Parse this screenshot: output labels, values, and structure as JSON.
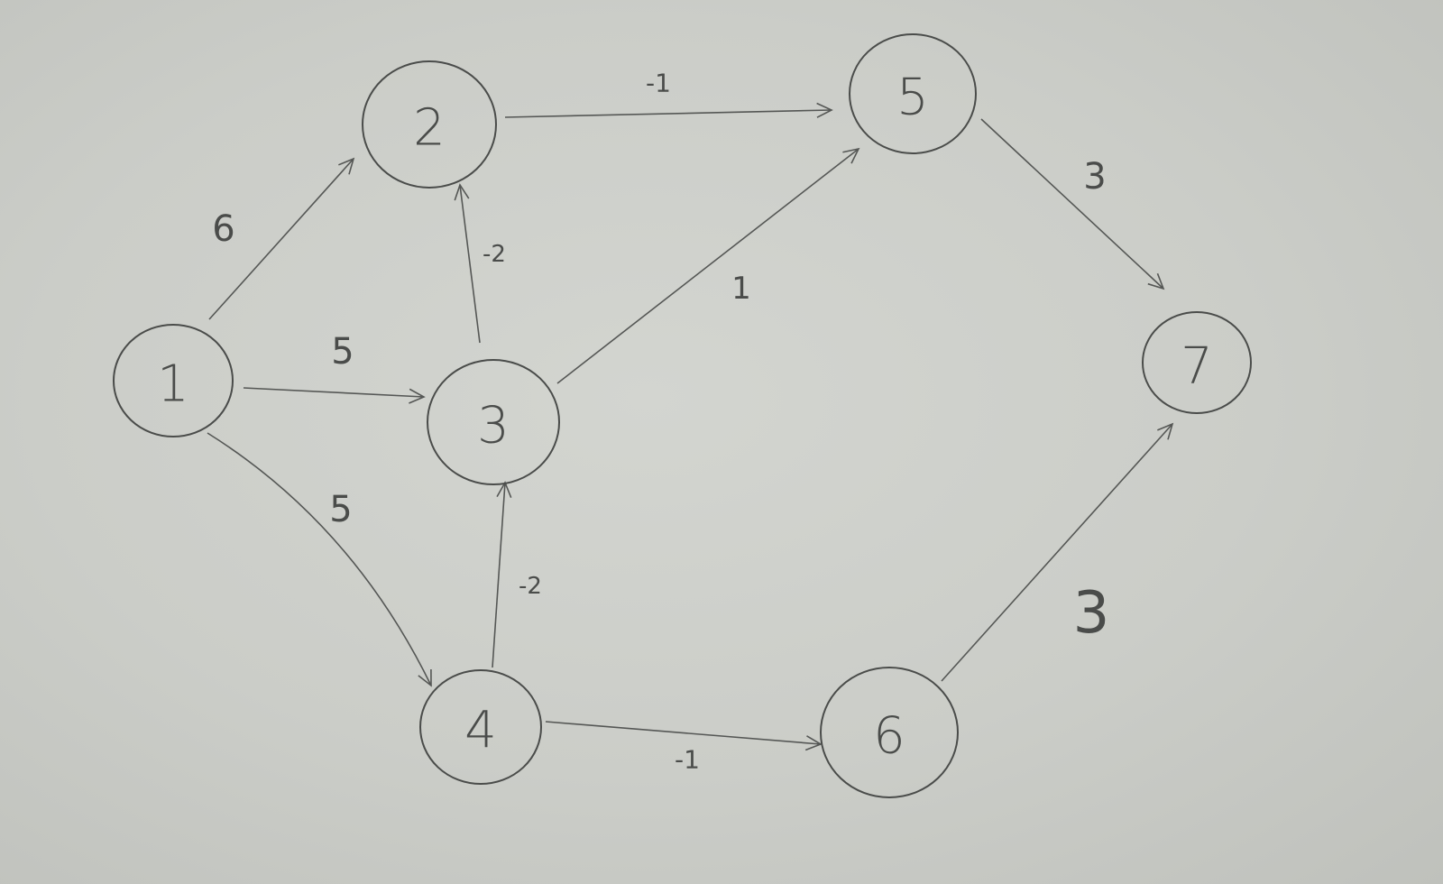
{
  "graph": {
    "nodes": [
      {
        "id": "1",
        "label": "1"
      },
      {
        "id": "2",
        "label": "2"
      },
      {
        "id": "3",
        "label": "3"
      },
      {
        "id": "4",
        "label": "4"
      },
      {
        "id": "5",
        "label": "5"
      },
      {
        "id": "6",
        "label": "6"
      },
      {
        "id": "7",
        "label": "7"
      }
    ],
    "edges": [
      {
        "from": "1",
        "to": "2",
        "weight": "6"
      },
      {
        "from": "1",
        "to": "3",
        "weight": "5"
      },
      {
        "from": "1",
        "to": "4",
        "weight": "5"
      },
      {
        "from": "3",
        "to": "2",
        "weight": "-2"
      },
      {
        "from": "2",
        "to": "5",
        "weight": "-1"
      },
      {
        "from": "3",
        "to": "5",
        "weight": "1"
      },
      {
        "from": "4",
        "to": "3",
        "weight": "-2"
      },
      {
        "from": "4",
        "to": "6",
        "weight": "-1"
      },
      {
        "from": "5",
        "to": "7",
        "weight": "3"
      },
      {
        "from": "6",
        "to": "7",
        "weight": "3"
      }
    ]
  },
  "colors": {
    "board": "#cbcdc8",
    "ink": "#4a4c4a"
  }
}
